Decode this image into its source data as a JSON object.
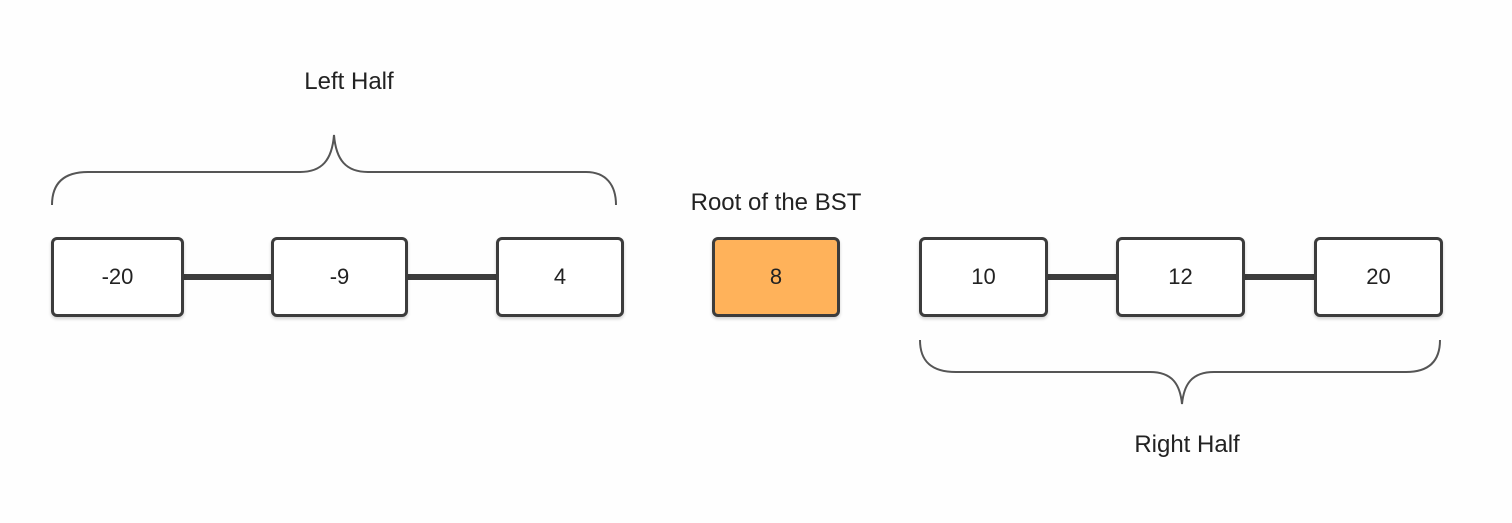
{
  "diagram": {
    "left_half_label": "Left Half",
    "right_half_label": "Right Half",
    "root_label": "Root of the BST",
    "left_nodes": [
      "-20",
      "-9",
      "4"
    ],
    "root_node": "8",
    "right_nodes": [
      "10",
      "12",
      "20"
    ],
    "colors": {
      "root_fill": "#ffb25a",
      "node_border": "#3c3c3c",
      "brace_stroke": "#555555"
    }
  }
}
